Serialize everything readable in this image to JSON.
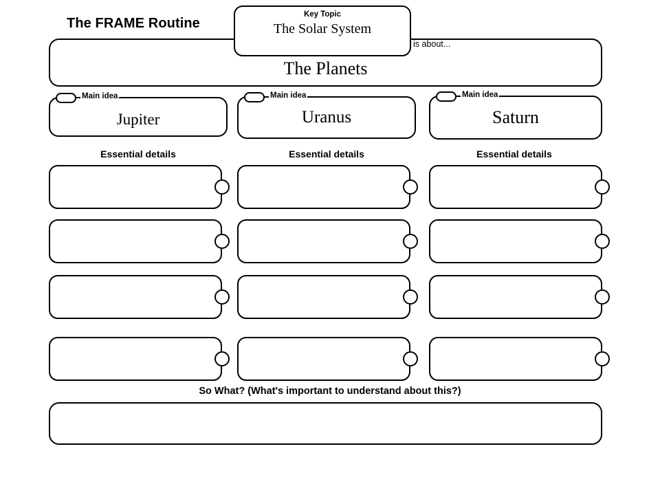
{
  "header": {
    "routine_title": "The FRAME Routine",
    "key_topic_label": "Key Topic",
    "key_topic_value": "The Solar System",
    "is_about_label": "is about...",
    "main_topic_value": "The Planets"
  },
  "columns": [
    {
      "main_idea_label": "Main idea",
      "main_idea_value": "Jupiter",
      "essential_details_label": "Essential details",
      "details": [
        "",
        "",
        "",
        ""
      ]
    },
    {
      "main_idea_label": "Main idea",
      "main_idea_value": "Uranus",
      "essential_details_label": "Essential details",
      "details": [
        "",
        "",
        "",
        ""
      ]
    },
    {
      "main_idea_label": "Main idea",
      "main_idea_value": "Saturn",
      "essential_details_label": "Essential details",
      "details": [
        "",
        "",
        "",
        ""
      ]
    }
  ],
  "footer": {
    "so_what_label": "So What? (What's important to understand about this?)",
    "so_what_value": ""
  },
  "colors": {
    "stroke": "#000000",
    "background": "#ffffff"
  }
}
